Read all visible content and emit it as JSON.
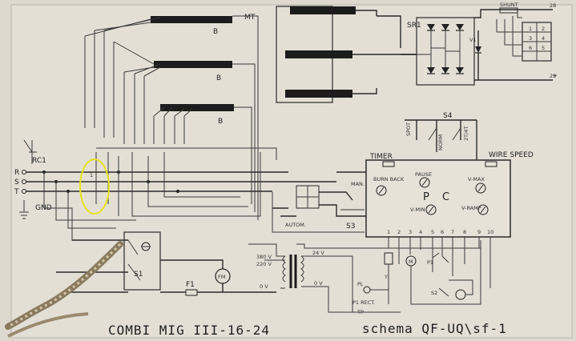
{
  "transformer": {
    "label": "MT",
    "winding_label": "B"
  },
  "rectifier": {
    "label": "SR1",
    "choke_label": "V1"
  },
  "connector": {
    "label": "SHUNT",
    "minus_sign": "–"
  },
  "mains": {
    "relay": "RC1",
    "phases": [
      "R",
      "S",
      "T"
    ],
    "ground": "GND"
  },
  "switch_s4": "S4",
  "switch_s4_positions": [
    "SPOT",
    "NORM",
    "2T/4T"
  ],
  "controls": {
    "timer": "TIMER",
    "wire_speed": "WIRE SPEED",
    "pause": "PAUSE",
    "burn_back": "BURN BACK",
    "v_min": "V-MIN",
    "v_max": "V-MAX",
    "v_ramp": "V-RAMP",
    "board": "P C"
  },
  "mode_switch": {
    "man": "MAN.",
    "autom": "AUTOM.",
    "s3": "S3"
  },
  "primary": {
    "s1": "S1",
    "f1": "F1",
    "fm": "FM",
    "taps": [
      "380 V",
      "220 V",
      "0 V"
    ],
    "secondary": [
      "24 V",
      "0 V"
    ]
  },
  "outputs": {
    "pl": "PL",
    "p1": "P1",
    "s2": "S2",
    "y": "Y",
    "m": "M",
    "rect": "P1 RECT.",
    "tp": "TP"
  },
  "footer": {
    "left": "COMBI MIG III-16-24",
    "right": "schema QF-UQ\\sf-1"
  },
  "colors": {
    "paper": "#ddd9cf",
    "ink": "#2a2a2a",
    "highlight": "#e6e31e"
  }
}
